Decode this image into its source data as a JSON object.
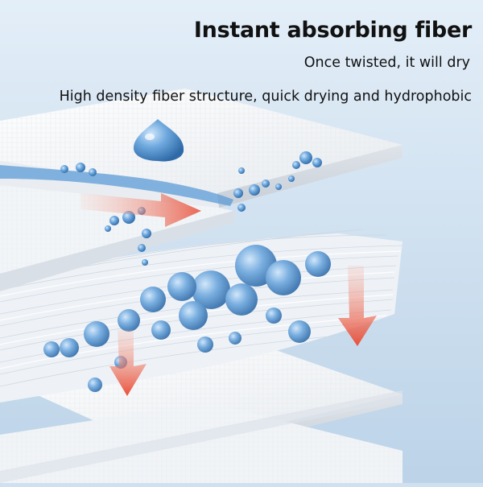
{
  "headline": "Instant absorbing fiber",
  "subheading": "Once twisted, it will dry",
  "description": "High density fiber structure, quick drying and hydrophobic",
  "colors": {
    "background": "#cfe1f1",
    "fabric": "#f4f6f8",
    "water": "#4d8fd0",
    "arrow": "#e8503a"
  }
}
